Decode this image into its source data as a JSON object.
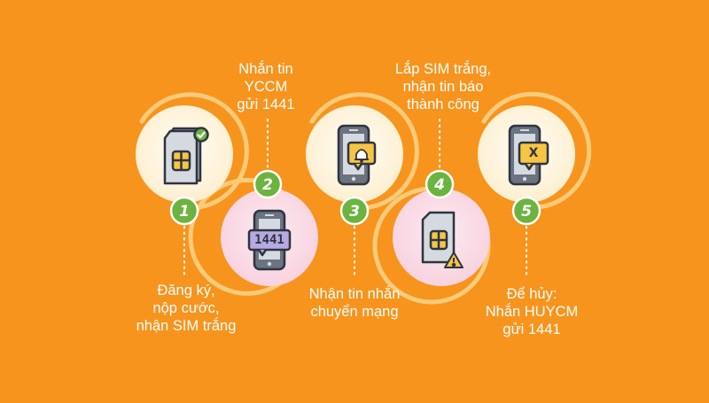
{
  "steps": [
    {
      "number": "1",
      "lines": [
        "Đăng ký,",
        "nộp cước,",
        "nhận SIM trắng"
      ],
      "icon": "sim-card-check-icon"
    },
    {
      "number": "2",
      "lines": [
        "Nhắn tin",
        "YCCM",
        "gửi 1441"
      ],
      "icon": "phone-1441-icon",
      "screen_text": "1441"
    },
    {
      "number": "3",
      "lines": [
        "Nhận tin nhắn",
        "chuyển mạng"
      ],
      "icon": "phone-bell-icon"
    },
    {
      "number": "4",
      "lines": [
        "Lắp SIM trắng,",
        "nhận tin báo",
        "thành công"
      ],
      "icon": "sim-card-warning-icon"
    },
    {
      "number": "5",
      "lines": [
        "Để hủy:",
        "Nhắn HUYCM",
        "gửi 1441"
      ],
      "icon": "phone-cancel-icon",
      "screen_text": "X"
    }
  ],
  "colors": {
    "background": "#F7941D",
    "circle_white": "#FFF8E7",
    "circle_pink": "#FBE0E8",
    "ring": "#FCCB7A",
    "badge": "#6CB33F",
    "text": "#FFFFFF"
  }
}
